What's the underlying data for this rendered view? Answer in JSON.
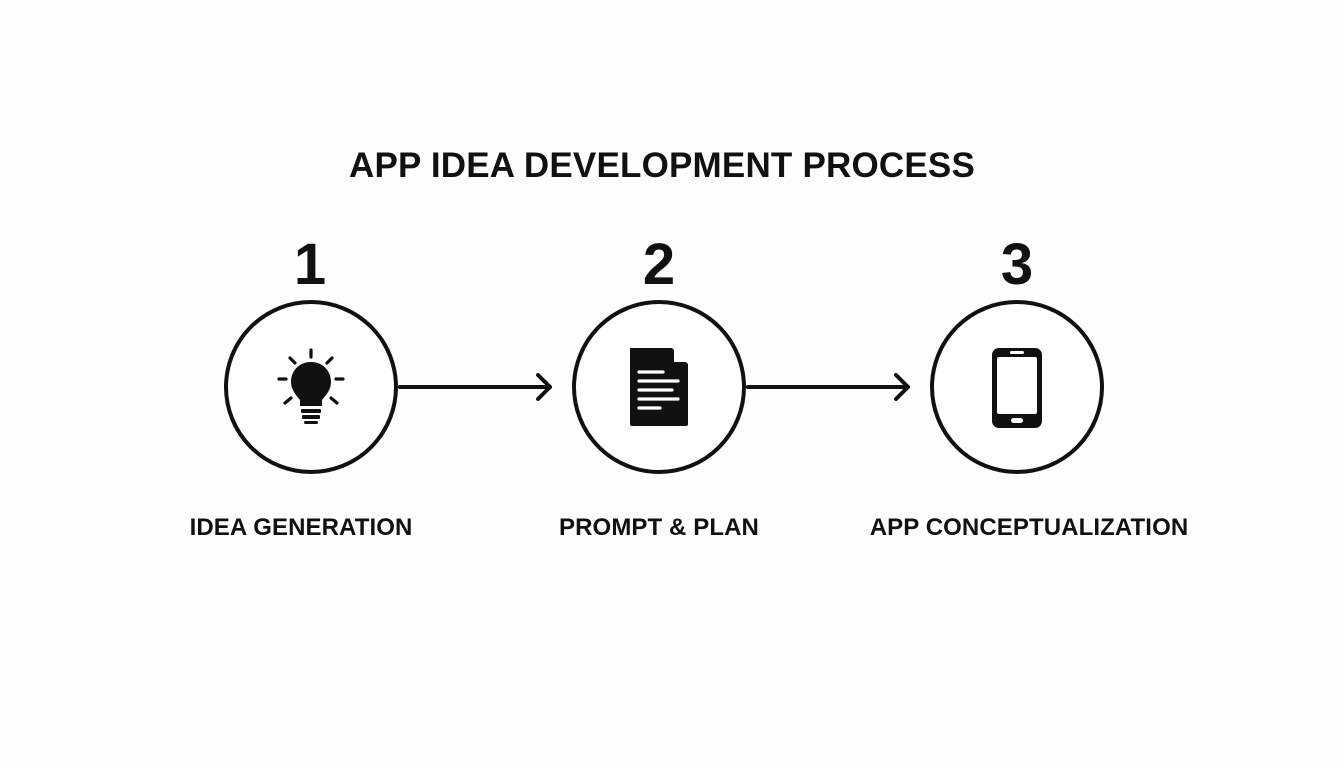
{
  "diagram": {
    "title": "APP IDEA DEVELOPMENT PROCESS",
    "steps": [
      {
        "number": "1",
        "label": "IDEA GENERATION",
        "icon": "lightbulb-icon"
      },
      {
        "number": "2",
        "label": "PROMPT & PLAN",
        "icon": "document-icon"
      },
      {
        "number": "3",
        "label": "APP CONCEPTUALIZATION",
        "icon": "smartphone-icon"
      }
    ],
    "colors": {
      "ink": "#111111",
      "background": "#ffffff"
    }
  }
}
